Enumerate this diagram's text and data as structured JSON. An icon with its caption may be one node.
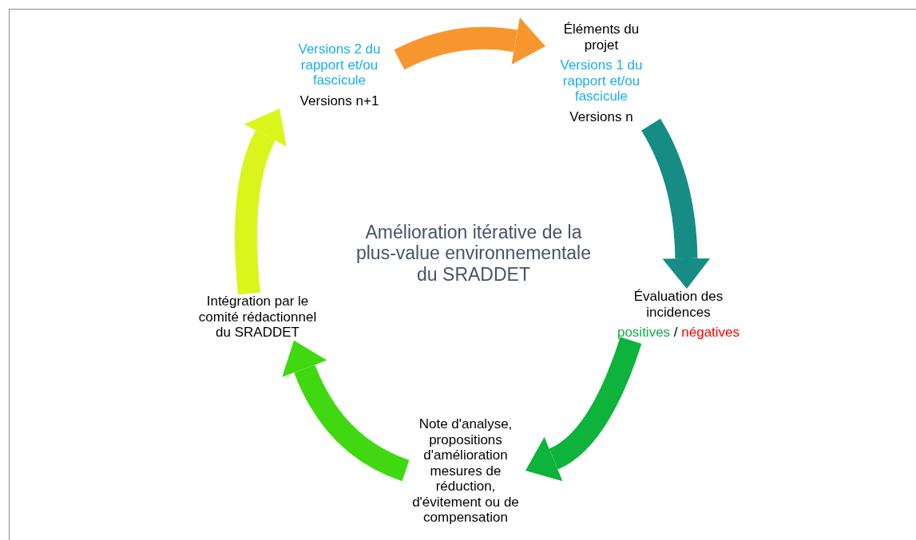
{
  "diagram": {
    "nodes": [
      {
        "text": [
          "Versions 2 du rapport et/ou fascicule",
          "Versions n+1"
        ]
      },
      {
        "text": [
          "Éléments du projet",
          "Versions 1 du rapport et/ou fascicule",
          "Versions n"
        ]
      },
      {
        "text": [
          "Évaluation des incidences",
          "**positives** / *négatives*"
        ]
      },
      {
        "text": [
          "Note d'analyse, propositions d'amélioration mesures de réduction, d'évitement ou de compensation"
        ]
      },
      {
        "text": [
          "Intégration par le comité rédactionnel du SRADDET"
        ]
      }
    ],
    "edges": [
      {
        "from": 0,
        "to": 1,
        "arrow": "to",
        "color": "#f7962e"
      },
      {
        "from": 1,
        "to": 2,
        "arrow": "to",
        "color": "#168c84"
      },
      {
        "from": 2,
        "to": 3,
        "arrow": "to",
        "color": "#0db33a"
      },
      {
        "from": 3,
        "to": 4,
        "arrow": "to",
        "color": "#3fd811"
      },
      {
        "from": 4,
        "to": 0,
        "arrow": "to",
        "color": "#d9f51c"
      }
    ],
    "labels": [
      "Amélioration itérative de la plus-value environnementale du SRADDET"
    ]
  }
}
